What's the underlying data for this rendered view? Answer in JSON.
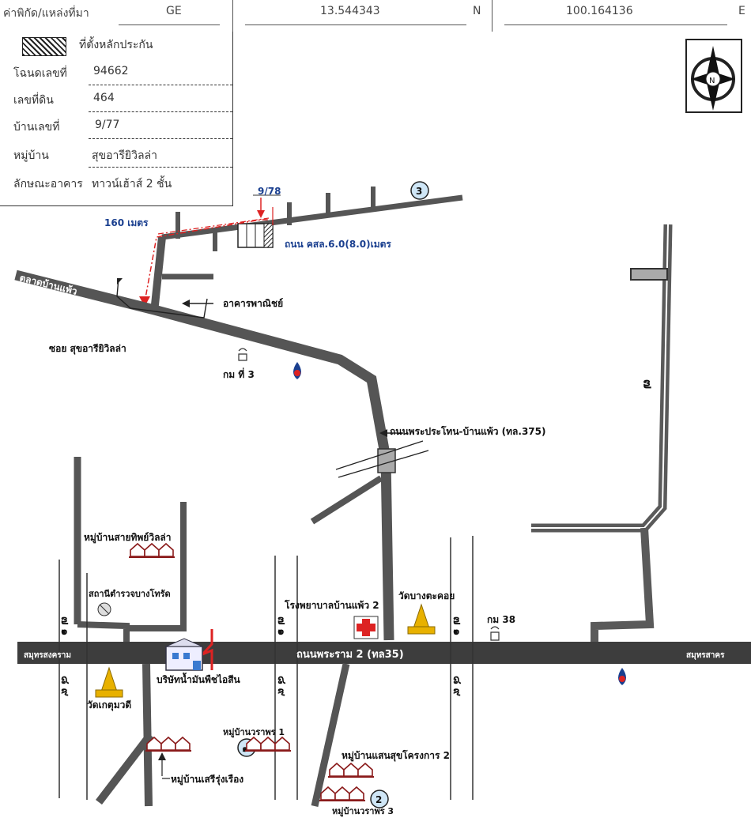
{
  "header": {
    "source_label": "ค่าพิกัด/แหล่งที่มา",
    "source_value": "GE",
    "latitude": "13.544343",
    "lat_unit": "N",
    "longitude": "100.164136",
    "lon_unit": "E"
  },
  "infobox": {
    "legend_label": "ที่ตั้งหลักประกัน",
    "rows": [
      {
        "label": "โฉนดเลขที่",
        "value": "94662"
      },
      {
        "label": "เลขที่ดิน",
        "value": "464"
      },
      {
        "label": "บ้านเลขที่",
        "value": "9/77"
      },
      {
        "label": "หมู่บ้าน",
        "value": "สุขอารียิวิลล่า"
      },
      {
        "label": "ลักษณะอาคาร",
        "value": "ทาวน์เฮ้าส์ 2 ชั้น"
      }
    ]
  },
  "compass": {
    "letter": "N"
  },
  "map": {
    "house_no": "9/78",
    "distance": "160 เมตร",
    "lane_width": "ถนน คสล.6.0(8.0)เมตร",
    "market": "ตลาดบ้านแพ้ว",
    "commercial": "อาคารพาณิชย์",
    "soi": "ซอย สุขอารียิวิลล่า",
    "km3": "กม ที่ 3",
    "main_road": "ถนนพระประโทน-บ้านแพ้ว (ทล.375)",
    "rama2": "ถนนพระราม 2 (ทล35)",
    "samut_songkhram": "สมุทรสงคราม",
    "samut_sakhon": "สมุทรสาคร",
    "village_saithip": "หมู่บ้านสายทิพย์วิลล่า",
    "police": "สถานีตำรวจบางโทรัด",
    "hospital": "โรงพยาบาลบ้านแพ้ว 2",
    "temple_bangtakhoi": "วัดบางตะคอย",
    "km38": "กม 38",
    "temple_ket": "วัดเกตุมวดี",
    "factory": "บริษัทน้ำมันพืชไอสีน",
    "village_waraporn1": "หมู่บ้านวราพร 1",
    "village_saensuk2": "หมู่บ้านแสนสุขโครงการ 2",
    "village_waraporn3": "หมู่บ้านวราพร 3",
    "village_seri": "หมู่บ้านเสรีรุ่งเรือง",
    "route_digits": "๗ ๑",
    "route_digits2": "๘ ๙",
    "route_7": "๗",
    "circle1": "3",
    "circle2": "๑",
    "circle3": "2"
  }
}
